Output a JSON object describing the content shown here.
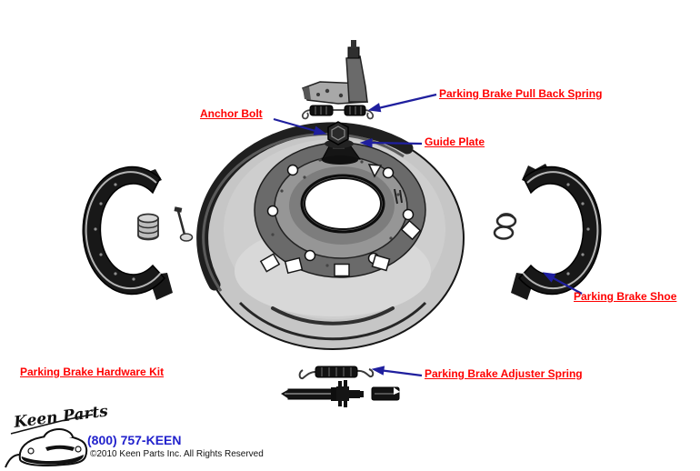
{
  "labels": {
    "pull_back_spring": "Parking Brake Pull Back Spring",
    "anchor_bolt": "Anchor Bolt",
    "guide_plate": "Guide Plate",
    "parking_brake_shoe": "Parking Brake Shoe",
    "hardware_kit": "Parking Brake Hardware Kit",
    "adjuster_spring": "Parking Brake Adjuster Spring"
  },
  "footer": {
    "logo_text": "Keen Parts",
    "phone": "(800) 757-KEEN",
    "copyright": "©2010 Keen Parts Inc. All Rights Reserved"
  },
  "colors": {
    "label_red": "#ff0000",
    "leader_arrow_blue": "#1f1f9e",
    "phone_blue": "#2222cc",
    "artwork_black": "#141414"
  },
  "diagram": {
    "parts": [
      "actuator-lever",
      "pull-back-spring",
      "anchor-bolt",
      "guide-plate",
      "backing-plate",
      "parking-brake-shoe-left",
      "hold-down-spring",
      "hold-down-pin",
      "parking-brake-shoe-right",
      "shoe-return-springs",
      "adjuster-spring",
      "adjuster-screw",
      "adjuster-socket"
    ]
  }
}
